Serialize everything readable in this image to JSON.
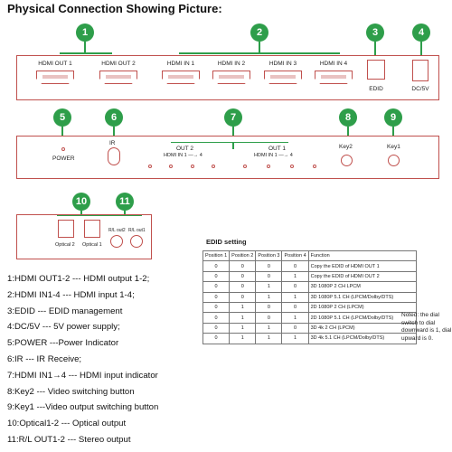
{
  "title": "Physical Connection Showing Picture:",
  "badges": [
    "1",
    "2",
    "3",
    "4",
    "5",
    "6",
    "7",
    "8",
    "9",
    "10",
    "11"
  ],
  "top_panel": {
    "hdmi_out": [
      "HDMI OUT 1",
      "HDMI OUT 2"
    ],
    "hdmi_in": [
      "HDMI IN 1",
      "HDMI IN 2",
      "HDMI IN 3",
      "HDMI IN 4"
    ],
    "edid": "EDID",
    "power": "DC/5V"
  },
  "front_panel": {
    "power": "POWER",
    "ir": "IR",
    "out2": "OUT 2",
    "out1": "OUT 1",
    "out2_sub": "HDMI IN 1 —→ 4",
    "out1_sub": "HDMI IN 1 —→ 4",
    "key2": "Key2",
    "key1": "Key1"
  },
  "audio_panel": {
    "optical2": "Optical 2",
    "optical1": "Optical 1",
    "rl_out2": "R/L out2",
    "rl_out1": "R/L out1"
  },
  "legend": [
    "1:HDMI OUT1-2 --- HDMI output 1-2;",
    "2:HDMI IN1-4 --- HDMI input 1-4;",
    "3:EDID --- EDID management",
    "4:DC/5V --- 5V power supply;",
    "5:POWER ---Power Indicator",
    "6:IR --- IR Receive;",
    "7:HDMI IN1→4 --- HDMI input indicator",
    "8:Key2 --- Video switching button",
    "9:Key1 ---Video output switching button",
    "10:Optical1-2 --- Optical output",
    "11:R/L OUT1-2 --- Stereo output"
  ],
  "edid": {
    "title": "EDID setting",
    "headers": [
      "Position 1",
      "Position 2",
      "Position 3",
      "Position 4",
      "Function"
    ],
    "rows": [
      [
        "0",
        "0",
        "0",
        "0",
        "Copy the EDID of HDMI OUT 1"
      ],
      [
        "0",
        "0",
        "0",
        "1",
        "Copy the EDID of HDMI OUT 2"
      ],
      [
        "0",
        "0",
        "1",
        "0",
        "3D 1080P 2 CH LPCM"
      ],
      [
        "0",
        "0",
        "1",
        "1",
        "3D 1080P 5.1 CH (LPCM/Dolby/DTS)"
      ],
      [
        "0",
        "1",
        "0",
        "0",
        "2D 1080P 2 CH (LPCM)"
      ],
      [
        "0",
        "1",
        "0",
        "1",
        "2D 1080P 5.1 CH (LPCM/Dolby/DTS)"
      ],
      [
        "0",
        "1",
        "1",
        "0",
        "3D 4k 2 CH (LPCM)"
      ],
      [
        "0",
        "1",
        "1",
        "1",
        "3D 4k 5.1 CH (LPCM/Dolby/DTS)"
      ]
    ],
    "note": "Noted: the dial switch to dial downward is 1, dial upward is 0."
  }
}
